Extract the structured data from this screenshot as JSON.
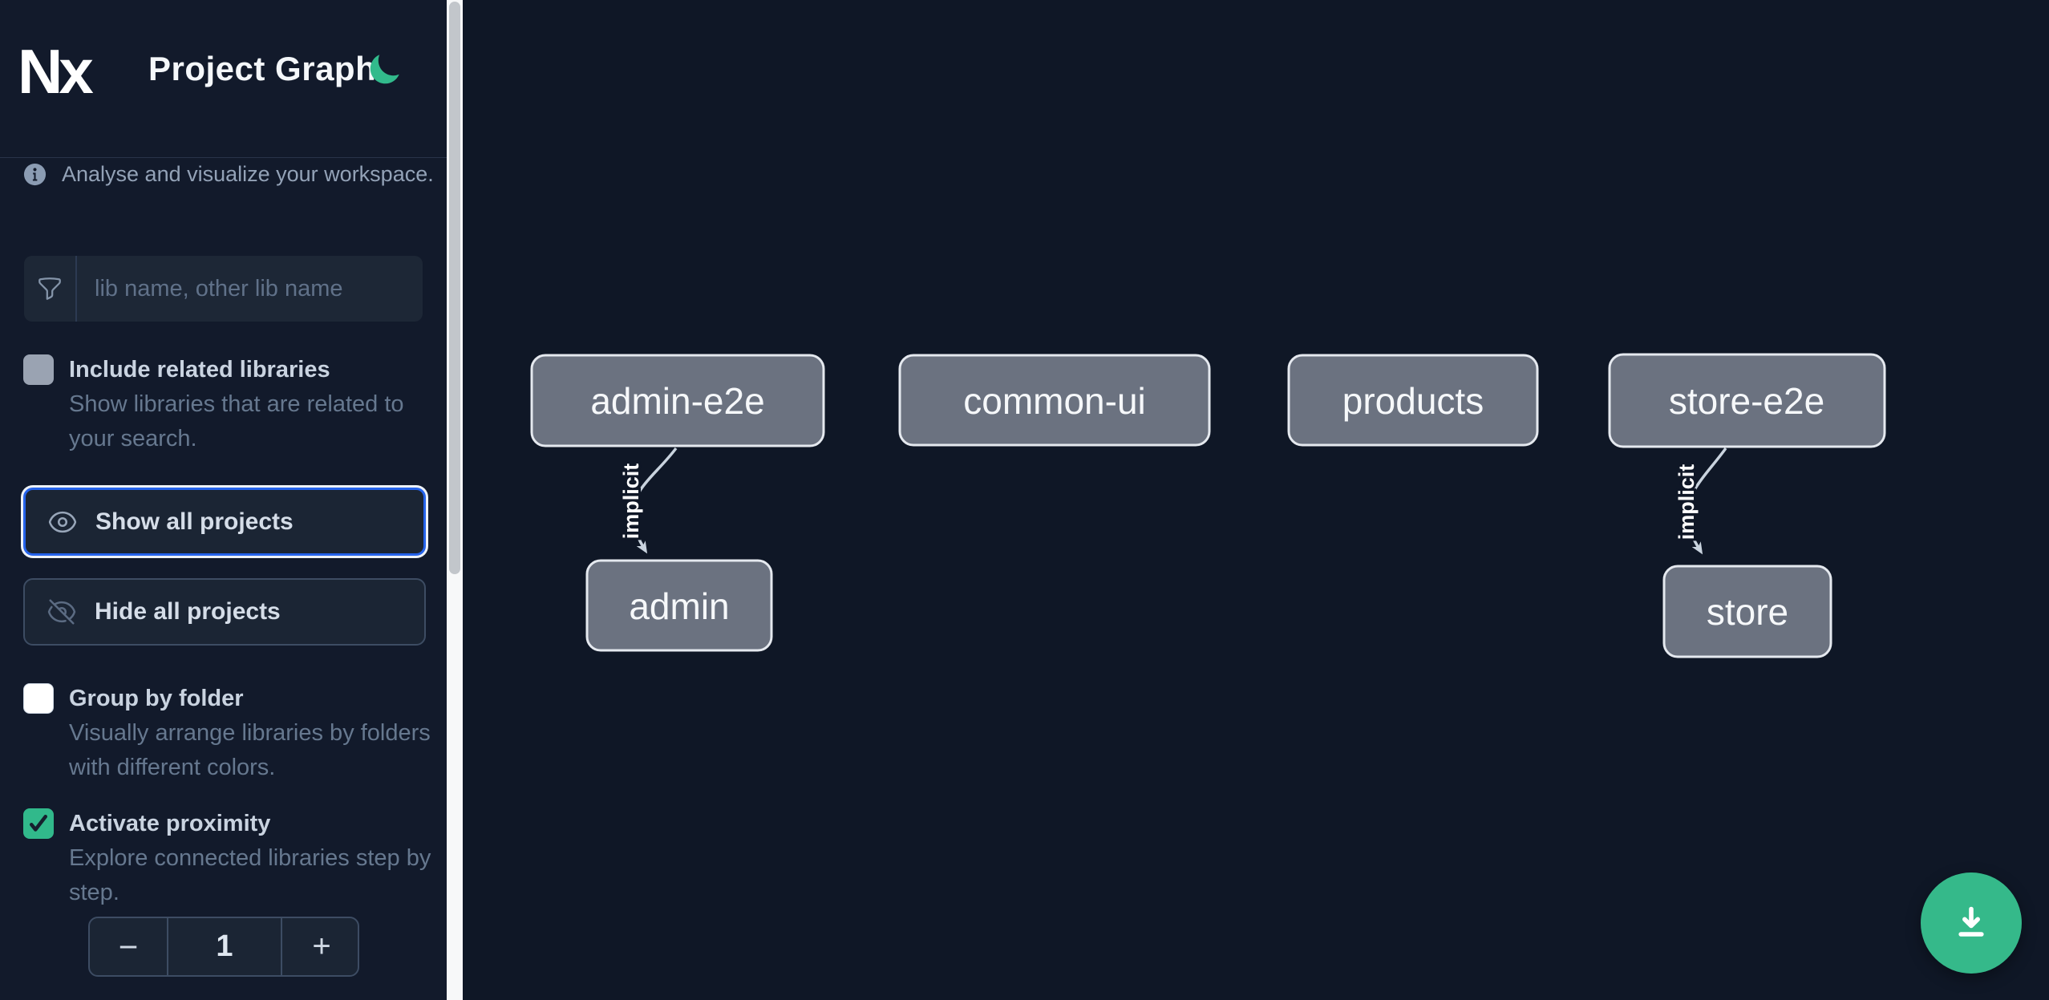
{
  "header": {
    "logo_text": "Nx",
    "title": "Project Graph"
  },
  "sidebar": {
    "tagline": "Analyse and visualize your workspace.",
    "filter_placeholder": "lib name, other lib name",
    "include_related": {
      "label": "Include related libraries",
      "description": "Show libraries that are related to your search.",
      "checked": false,
      "disabled": true
    },
    "buttons": {
      "show_all": "Show all projects",
      "hide_all": "Hide all projects"
    },
    "group_by_folder": {
      "label": "Group by folder",
      "description": "Visually arrange libraries by folders with different colors.",
      "checked": false
    },
    "activate_proximity": {
      "label": "Activate proximity",
      "description": "Explore connected libraries step by step.",
      "checked": true
    },
    "stepper": {
      "decrement_label": "−",
      "value": "1",
      "increment_label": "+"
    }
  },
  "graph": {
    "nodes": [
      {
        "label": "admin-e2e"
      },
      {
        "label": "common-ui"
      },
      {
        "label": "products"
      },
      {
        "label": "store-e2e"
      },
      {
        "label": "admin"
      },
      {
        "label": "store"
      }
    ],
    "edges": [
      {
        "source": "admin-e2e",
        "target": "admin",
        "label": "implicit"
      },
      {
        "source": "store-e2e",
        "target": "store",
        "label": "implicit"
      }
    ]
  },
  "icons": {
    "theme_toggle": "moon-icon",
    "info": "info-icon",
    "filter": "funnel-icon",
    "show_all": "eye-icon",
    "hide_all": "eye-slash-icon",
    "fab": "download-icon"
  },
  "colors": {
    "accent_green": "#35b98a",
    "checkbox_green": "#31b98b",
    "focus_blue": "#2563eb",
    "node_fill": "#6b7280",
    "node_border": "#e5e9ef",
    "edge": "#c9d3de",
    "sidebar_bg": "#121a2b",
    "canvas_bg": "#0f1726"
  }
}
